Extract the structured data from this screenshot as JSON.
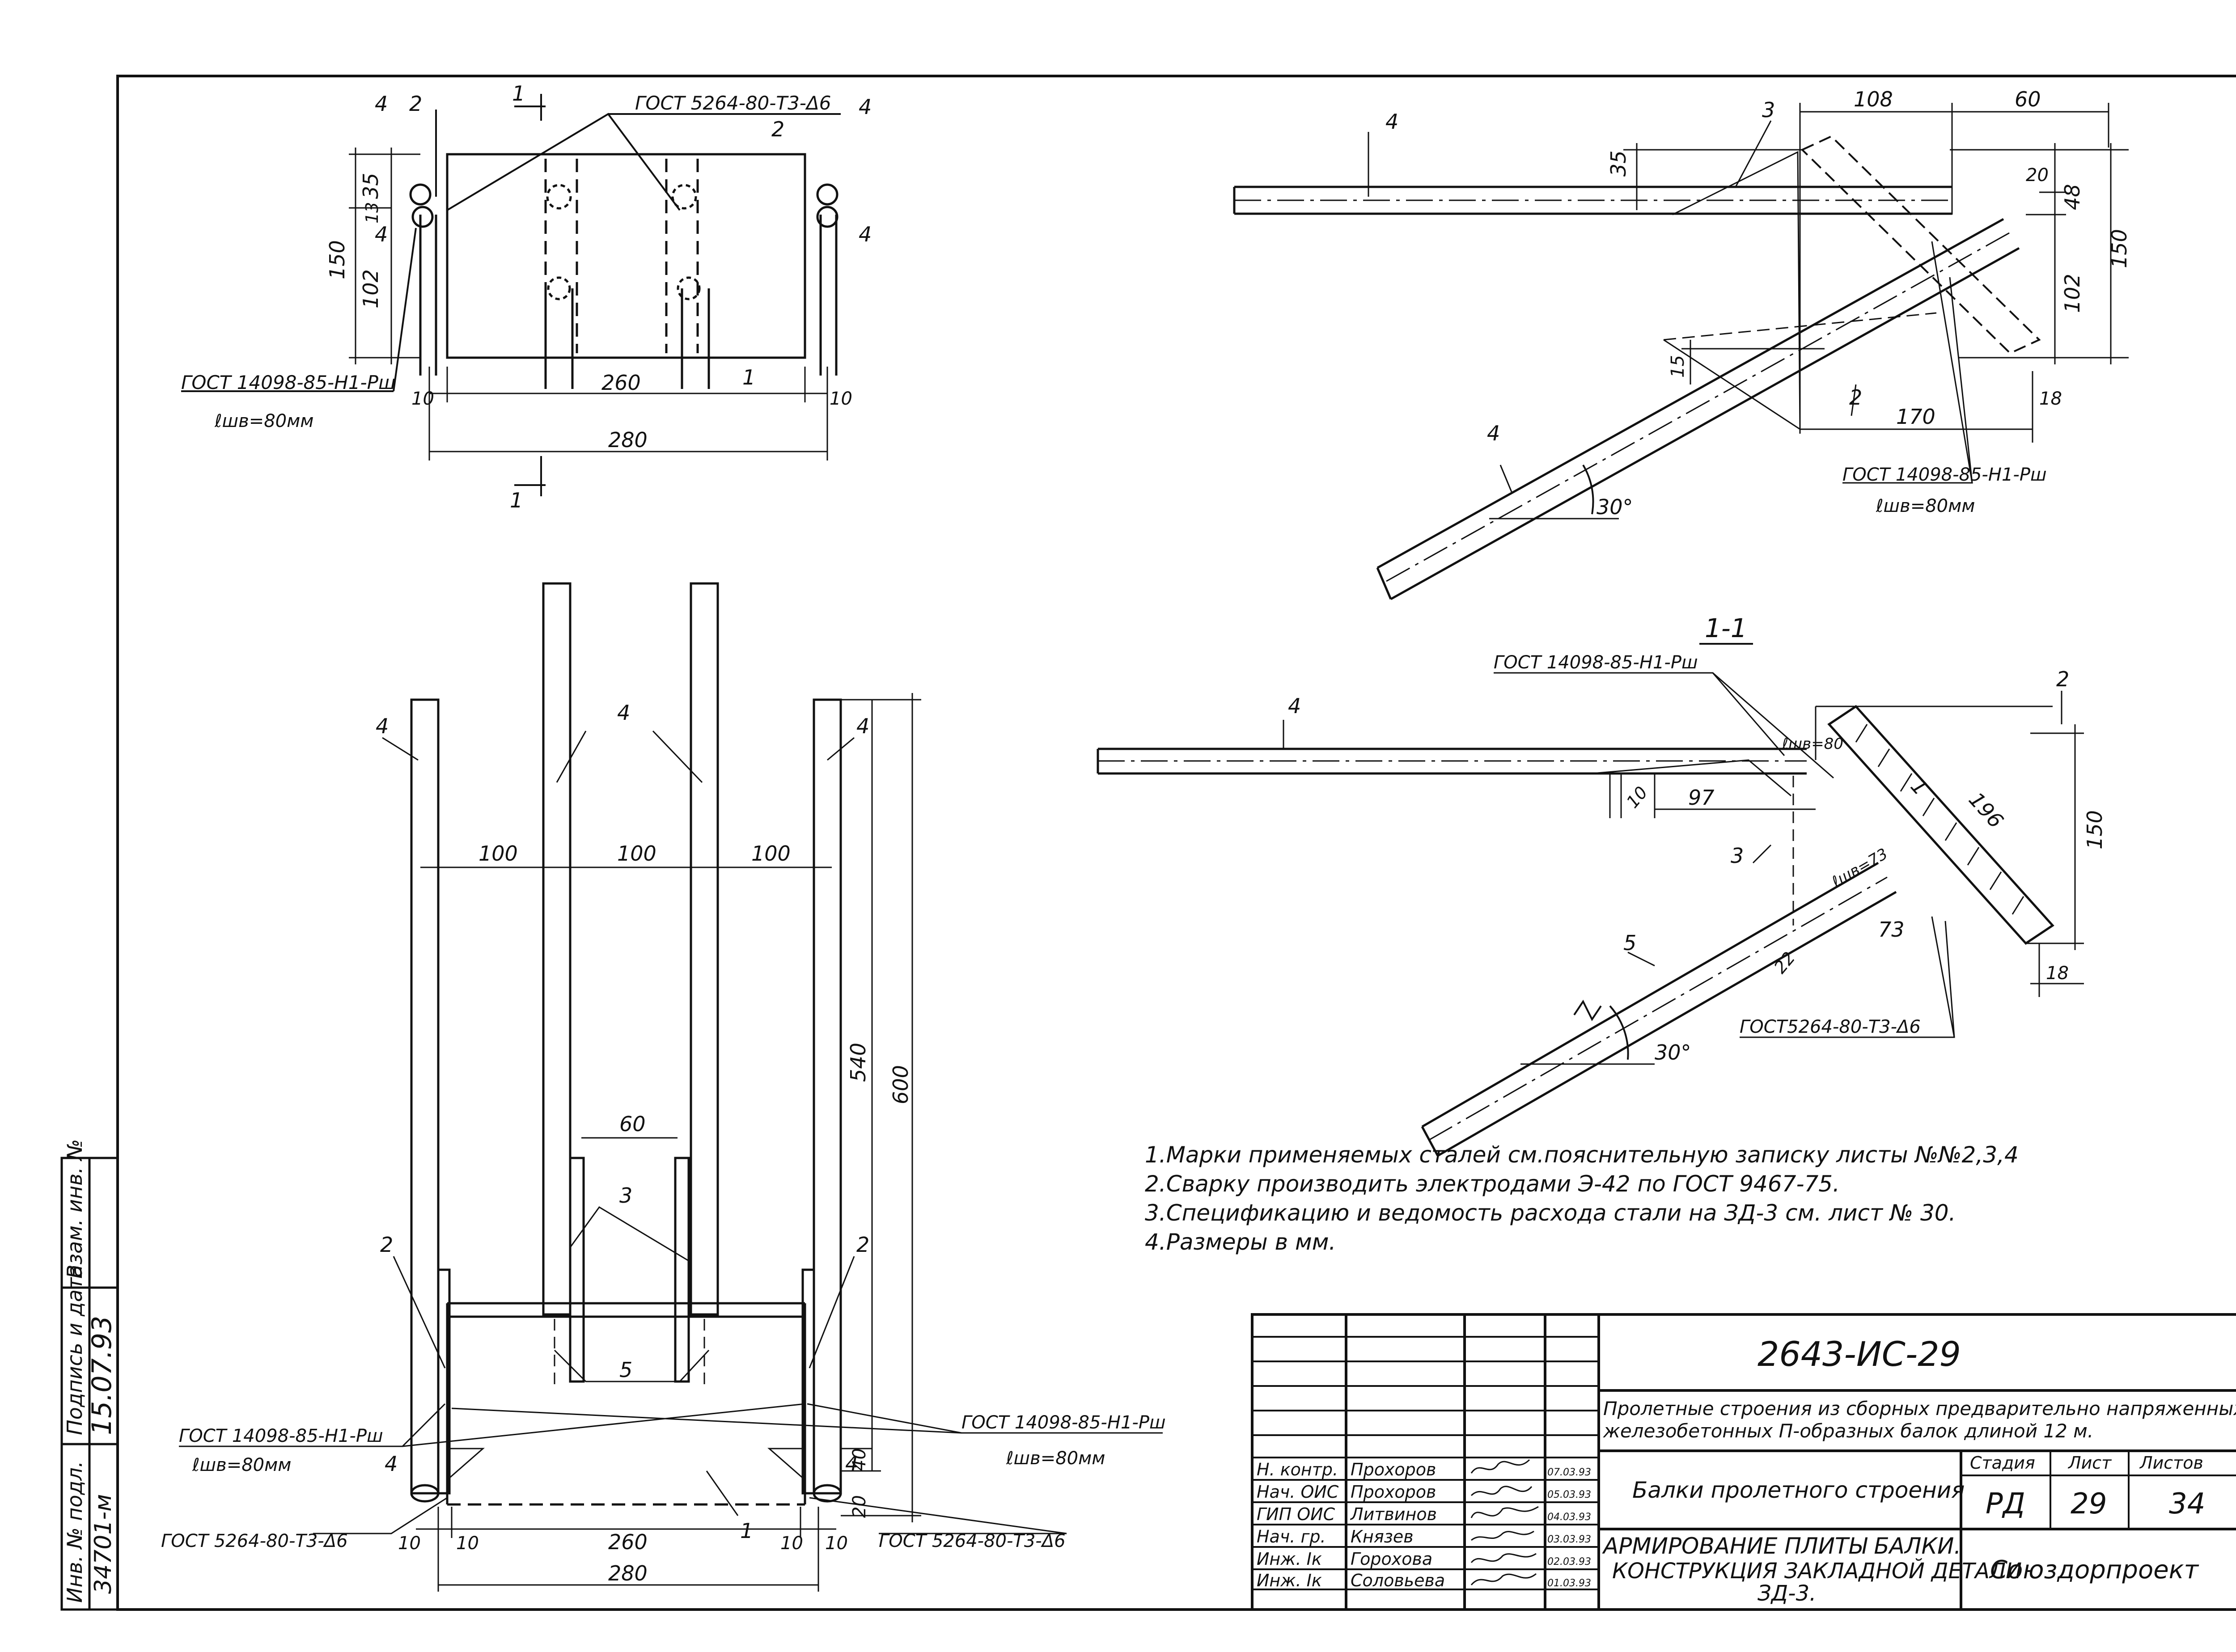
{
  "views": {
    "plan_top": {
      "marks": {
        "m4_left": "4",
        "m2_left": "2",
        "m2_top": "2",
        "m4_right_top": "4",
        "m4_right": "4",
        "m4_side": "4",
        "m1": "1"
      },
      "callout_plate": "ГОСТ 5264-80-Т3-Δ6",
      "callout_bar": "ГОСТ 14098-85-Н1-Рш",
      "weld_length": "ℓшв=80мм",
      "dims": {
        "d35": "35",
        "d13": "13",
        "d150": "150",
        "d102": "102",
        "d10a": "10",
        "d260": "260",
        "d10b": "10",
        "d280": "280"
      },
      "section_mark_top": "1",
      "section_mark_bottom": "1"
    },
    "side_top_right": {
      "marks": {
        "m4_top": "4",
        "m3": "3",
        "m4_bottom": "4",
        "m2": "2"
      },
      "dims": {
        "d108": "108",
        "d60": "60",
        "d35": "35",
        "d20": "20",
        "d48": "48",
        "d150": "150",
        "d102": "102",
        "d15": "15",
        "d170": "170",
        "d18": "18"
      },
      "angle": "30°",
      "callout_bar": "ГОСТ 14098-85-Н1-Рш",
      "weld_length": "ℓшв=80мм"
    },
    "section_1_1": {
      "title": "1-1",
      "callout_bar": "ГОСТ 14098-85-Н1-Рш",
      "marks": {
        "m4": "4",
        "m2": "2",
        "m3": "3",
        "m5": "5",
        "m1": "1"
      },
      "weld_a": "ℓшв=80",
      "weld_b": "ℓшв=73",
      "dims": {
        "d10": "10",
        "d97": "97",
        "d196": "196",
        "d150": "150",
        "d73": "73",
        "d22": "22",
        "d18": "18"
      },
      "angle": "30°",
      "callout_plate": "ГОСТ5264-80-Т3-Δ6"
    },
    "plan_bottom": {
      "marks": {
        "m4_l": "4",
        "m4_ml": "4",
        "m4_mr": "4",
        "m4_r": "4",
        "m3": "3",
        "m2_l": "2",
        "m2_r": "2",
        "m5": "5",
        "m1": "1",
        "m4_lb": "4",
        "m4_rb": "4"
      },
      "dims": {
        "d100a": "100",
        "d100b": "100",
        "d100c": "100",
        "d60": "60",
        "d540": "540",
        "d600": "600",
        "d40": "40",
        "d20": "20",
        "d10a": "10",
        "d10b": "10",
        "d260": "260",
        "d10c": "10",
        "d10d": "10",
        "d280": "280"
      },
      "callout_bar_left": "ГОСТ 14098-85-Н1-Рш",
      "weld_left": "ℓшв=80мм",
      "callout_bar_right": "ГОСТ 14098-85-Н1-Рш",
      "weld_right": "ℓшв=80мм",
      "callout_plate_left": "ГОСТ 5264-80-Т3-Δ6",
      "callout_plate_right": "ГОСТ 5264-80-Т3-Δ6"
    }
  },
  "notes": [
    "1.Марки применяемых сталей см.пояснительную записку листы №№2,3,4",
    "2.Сварку производить электродами Э-42 по ГОСТ 9467-75.",
    "3.Спецификацию и ведомость расхода стали на ЗД-3 см. лист № 30.",
    "4.Размеры в мм."
  ],
  "side_stamp": {
    "inv_podl_label": "Инв. № подл.",
    "inv_podl_value": "34701-м",
    "sign_date_label": "Подпись и дата",
    "sign_date_value": "15.07.93",
    "vzam_label": "Взам. инв. №",
    "vzam_value": ""
  },
  "title_block": {
    "doc_number": "2643-ИС-29",
    "project_name_line1": "Пролетные строения из сборных предварительно напряженных",
    "project_name_line2": "железобетонных П-образных балок длиной 12 м.",
    "section_name": "Балки пролетного строения",
    "sheet_title_1": "АРМИРОВАНИЕ ПЛИТЫ БАЛКИ.",
    "sheet_title_2": "КОНСТРУКЦИЯ ЗАКЛАДНОЙ ДЕТАЛИ",
    "sheet_title_3": "ЗД-3.",
    "stage_label": "Стадия",
    "sheet_label": "Лист",
    "sheets_label": "Листов",
    "stage_value": "РД",
    "sheet_value": "29",
    "sheets_value": "34",
    "organization": "Союздорпроект",
    "people": [
      {
        "role": "Н. контр.",
        "name": "Прохоров",
        "date": "07.03.93"
      },
      {
        "role": "Нач. ОИС",
        "name": "Прохоров",
        "date": "05.03.93"
      },
      {
        "role": "ГИП ОИС",
        "name": "Литвинов",
        "date": "04.03.93"
      },
      {
        "role": "Нач. гр.",
        "name": "Князев",
        "date": "03.03.93"
      },
      {
        "role": "Инж. Iк",
        "name": "Горохова",
        "date": "02.03.93"
      },
      {
        "role": "Инж. Iк",
        "name": "Соловьева",
        "date": "01.03.93"
      }
    ]
  }
}
